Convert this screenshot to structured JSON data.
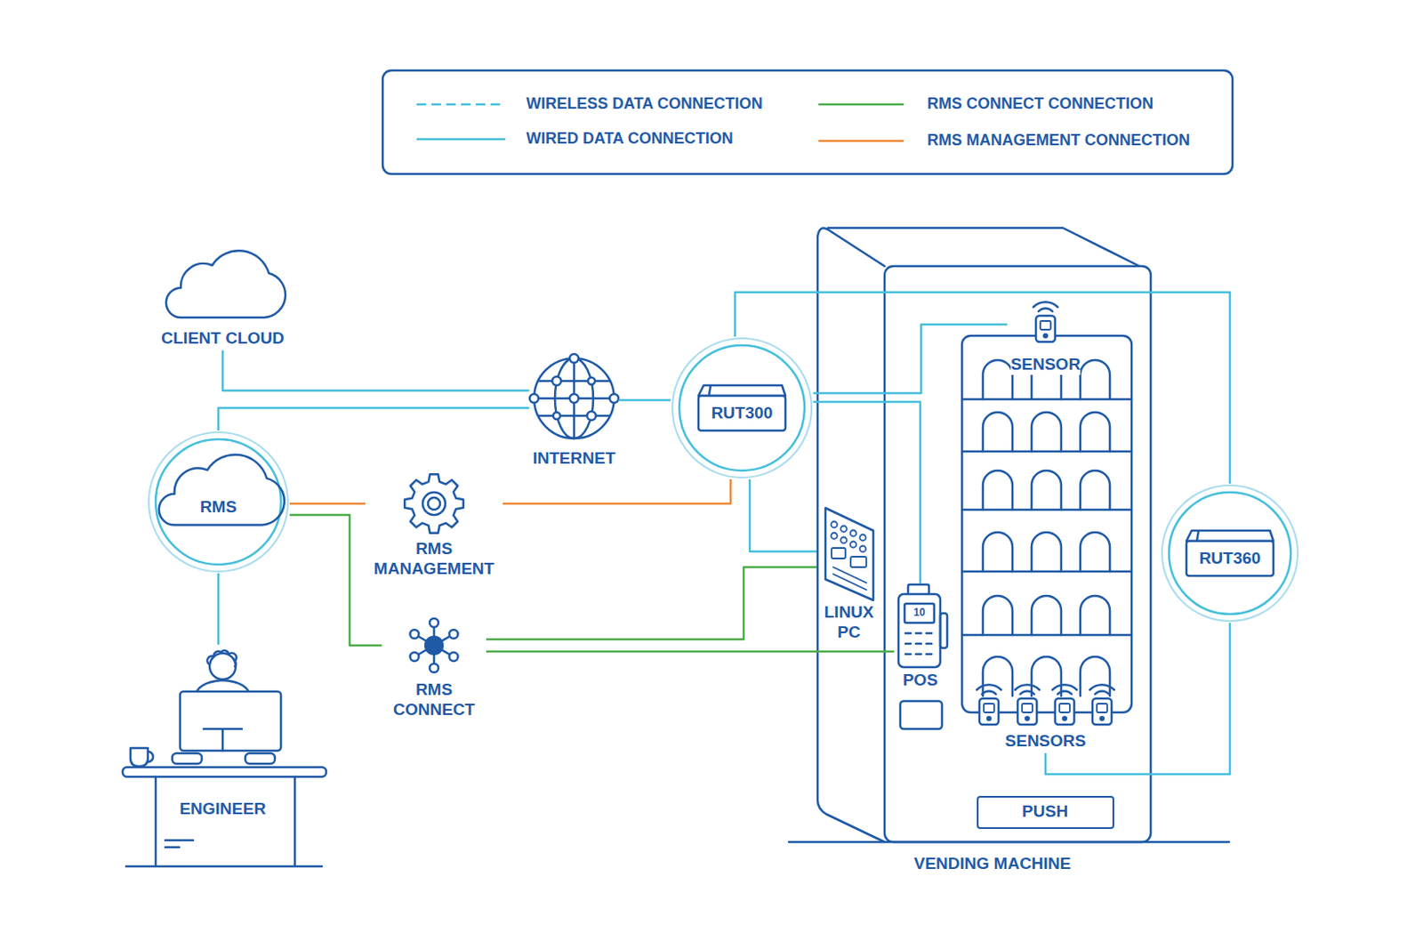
{
  "diagram": {
    "nodes": [
      {
        "text": [
          "CLIENT CLOUD"
        ]
      },
      {
        "text": [
          "RMS"
        ]
      },
      {
        "text": [
          "INTERNET"
        ]
      },
      {
        "text": [
          "RUT300"
        ]
      },
      {
        "text": [
          "RMS MANAGEMENT"
        ]
      },
      {
        "text": [
          "RMS CONNECT"
        ]
      },
      {
        "text": [
          "ENGINEER"
        ]
      },
      {
        "text": [
          "VENDING MACHINE"
        ]
      },
      {
        "text": [
          "SENSOR"
        ],
        "in": 7
      },
      {
        "text": [
          "LINUX PC"
        ],
        "in": 7
      },
      {
        "text": [
          "POS"
        ],
        "in": 7
      },
      {
        "text": [
          "SENSORS"
        ],
        "in": 7
      },
      {
        "text": [
          "PUSH"
        ],
        "in": 7
      },
      {
        "text": [
          "RUT360"
        ]
      }
    ],
    "edges": [
      {
        "from": 0,
        "to": 2,
        "arrow": "none"
      },
      {
        "from": 1,
        "to": 2,
        "arrow": "none"
      },
      {
        "from": 2,
        "to": 3,
        "arrow": "none"
      },
      {
        "from": 1,
        "to": 4,
        "arrow": "none"
      },
      {
        "from": 4,
        "to": 3,
        "arrow": "none"
      },
      {
        "from": 1,
        "to": 5,
        "arrow": "none"
      },
      {
        "from": 5,
        "to": 9,
        "arrow": "none"
      },
      {
        "from": 5,
        "to": 10,
        "arrow": "none"
      },
      {
        "from": 1,
        "to": 6,
        "arrow": "none"
      },
      {
        "from": 3,
        "to": 8,
        "arrow": "none"
      },
      {
        "from": 3,
        "to": 10,
        "arrow": "none"
      },
      {
        "from": 3,
        "to": 9,
        "arrow": "none"
      },
      {
        "from": 3,
        "to": 13,
        "arrow": "none"
      },
      {
        "from": 13,
        "to": 11,
        "arrow": "none"
      }
    ],
    "labels": [
      "10"
    ],
    "legend": [
      {
        "text": "WIRELESS DATA CONNECTION"
      },
      {
        "text": "RMS CONNECT CONNECTION"
      },
      {
        "text": "WIRED DATA CONNECTION"
      },
      {
        "text": "RMS MANAGEMENT CONNECTION"
      }
    ]
  }
}
